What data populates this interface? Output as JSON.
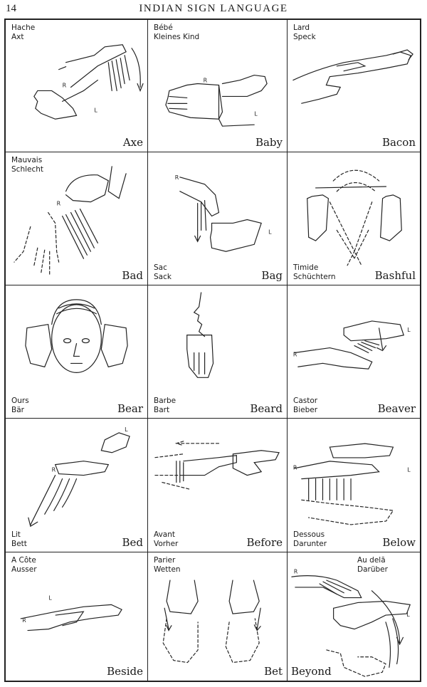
{
  "header": {
    "page_number": "14",
    "title": "INDIAN SIGN LANGUAGE"
  },
  "signs": [
    {
      "english": "Axe",
      "french": "Hache",
      "german": "Axt"
    },
    {
      "english": "Baby",
      "french": "Bébé",
      "german": "Kleines Kind"
    },
    {
      "english": "Bacon",
      "french": "Lard",
      "german": "Speck"
    },
    {
      "english": "Bad",
      "french": "Mauvais",
      "german": "Schlecht"
    },
    {
      "english": "Bag",
      "french": "Sac",
      "german": "Sack"
    },
    {
      "english": "Bashful",
      "french": "Timide",
      "german": "Schüchtern"
    },
    {
      "english": "Bear",
      "french": "Ours",
      "german": "Bär"
    },
    {
      "english": "Beard",
      "french": "Barbe",
      "german": "Bart"
    },
    {
      "english": "Beaver",
      "french": "Castor",
      "german": "Bieber"
    },
    {
      "english": "Bed",
      "french": "Lit",
      "german": "Bett"
    },
    {
      "english": "Before",
      "french": "Avant",
      "german": "Vorher"
    },
    {
      "english": "Below",
      "french": "Dessous",
      "german": "Darunter"
    },
    {
      "english": "Beside",
      "french": "A Côte",
      "german": "Ausser"
    },
    {
      "english": "Bet",
      "french": "Parier",
      "german": "Wetten"
    },
    {
      "english": "Beyond",
      "french": "Au delā",
      "german": "Darüber"
    }
  ],
  "hand_labels": {
    "right": "R",
    "left": "L"
  }
}
